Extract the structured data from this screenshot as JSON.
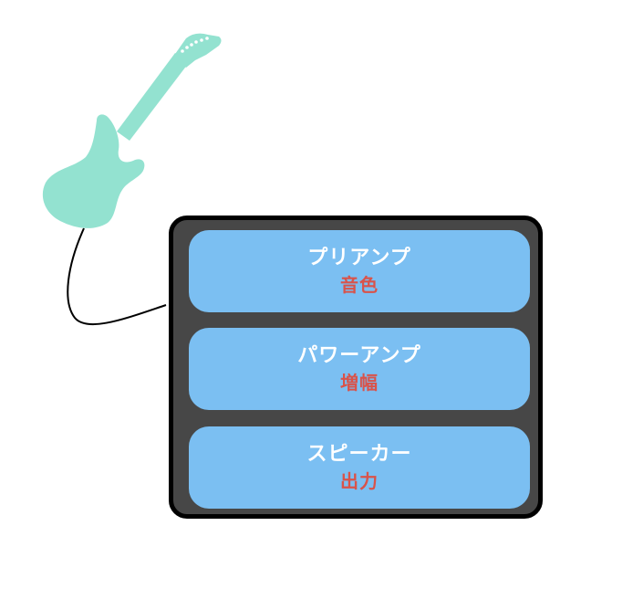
{
  "colors": {
    "guitar": "#93e2d0",
    "amp_case": "#474747",
    "amp_border": "#000000",
    "section_fill": "#7bbff2",
    "section_title": "#ffffff",
    "section_role": "#d9534a",
    "cable": "#000000"
  },
  "icons": {
    "guitar": "electric-guitar-icon"
  },
  "amp": {
    "sections": [
      {
        "title": "プリアンプ",
        "role": "音色"
      },
      {
        "title": "パワーアンプ",
        "role": "増幅"
      },
      {
        "title": "スピーカー",
        "role": "出力"
      }
    ]
  }
}
